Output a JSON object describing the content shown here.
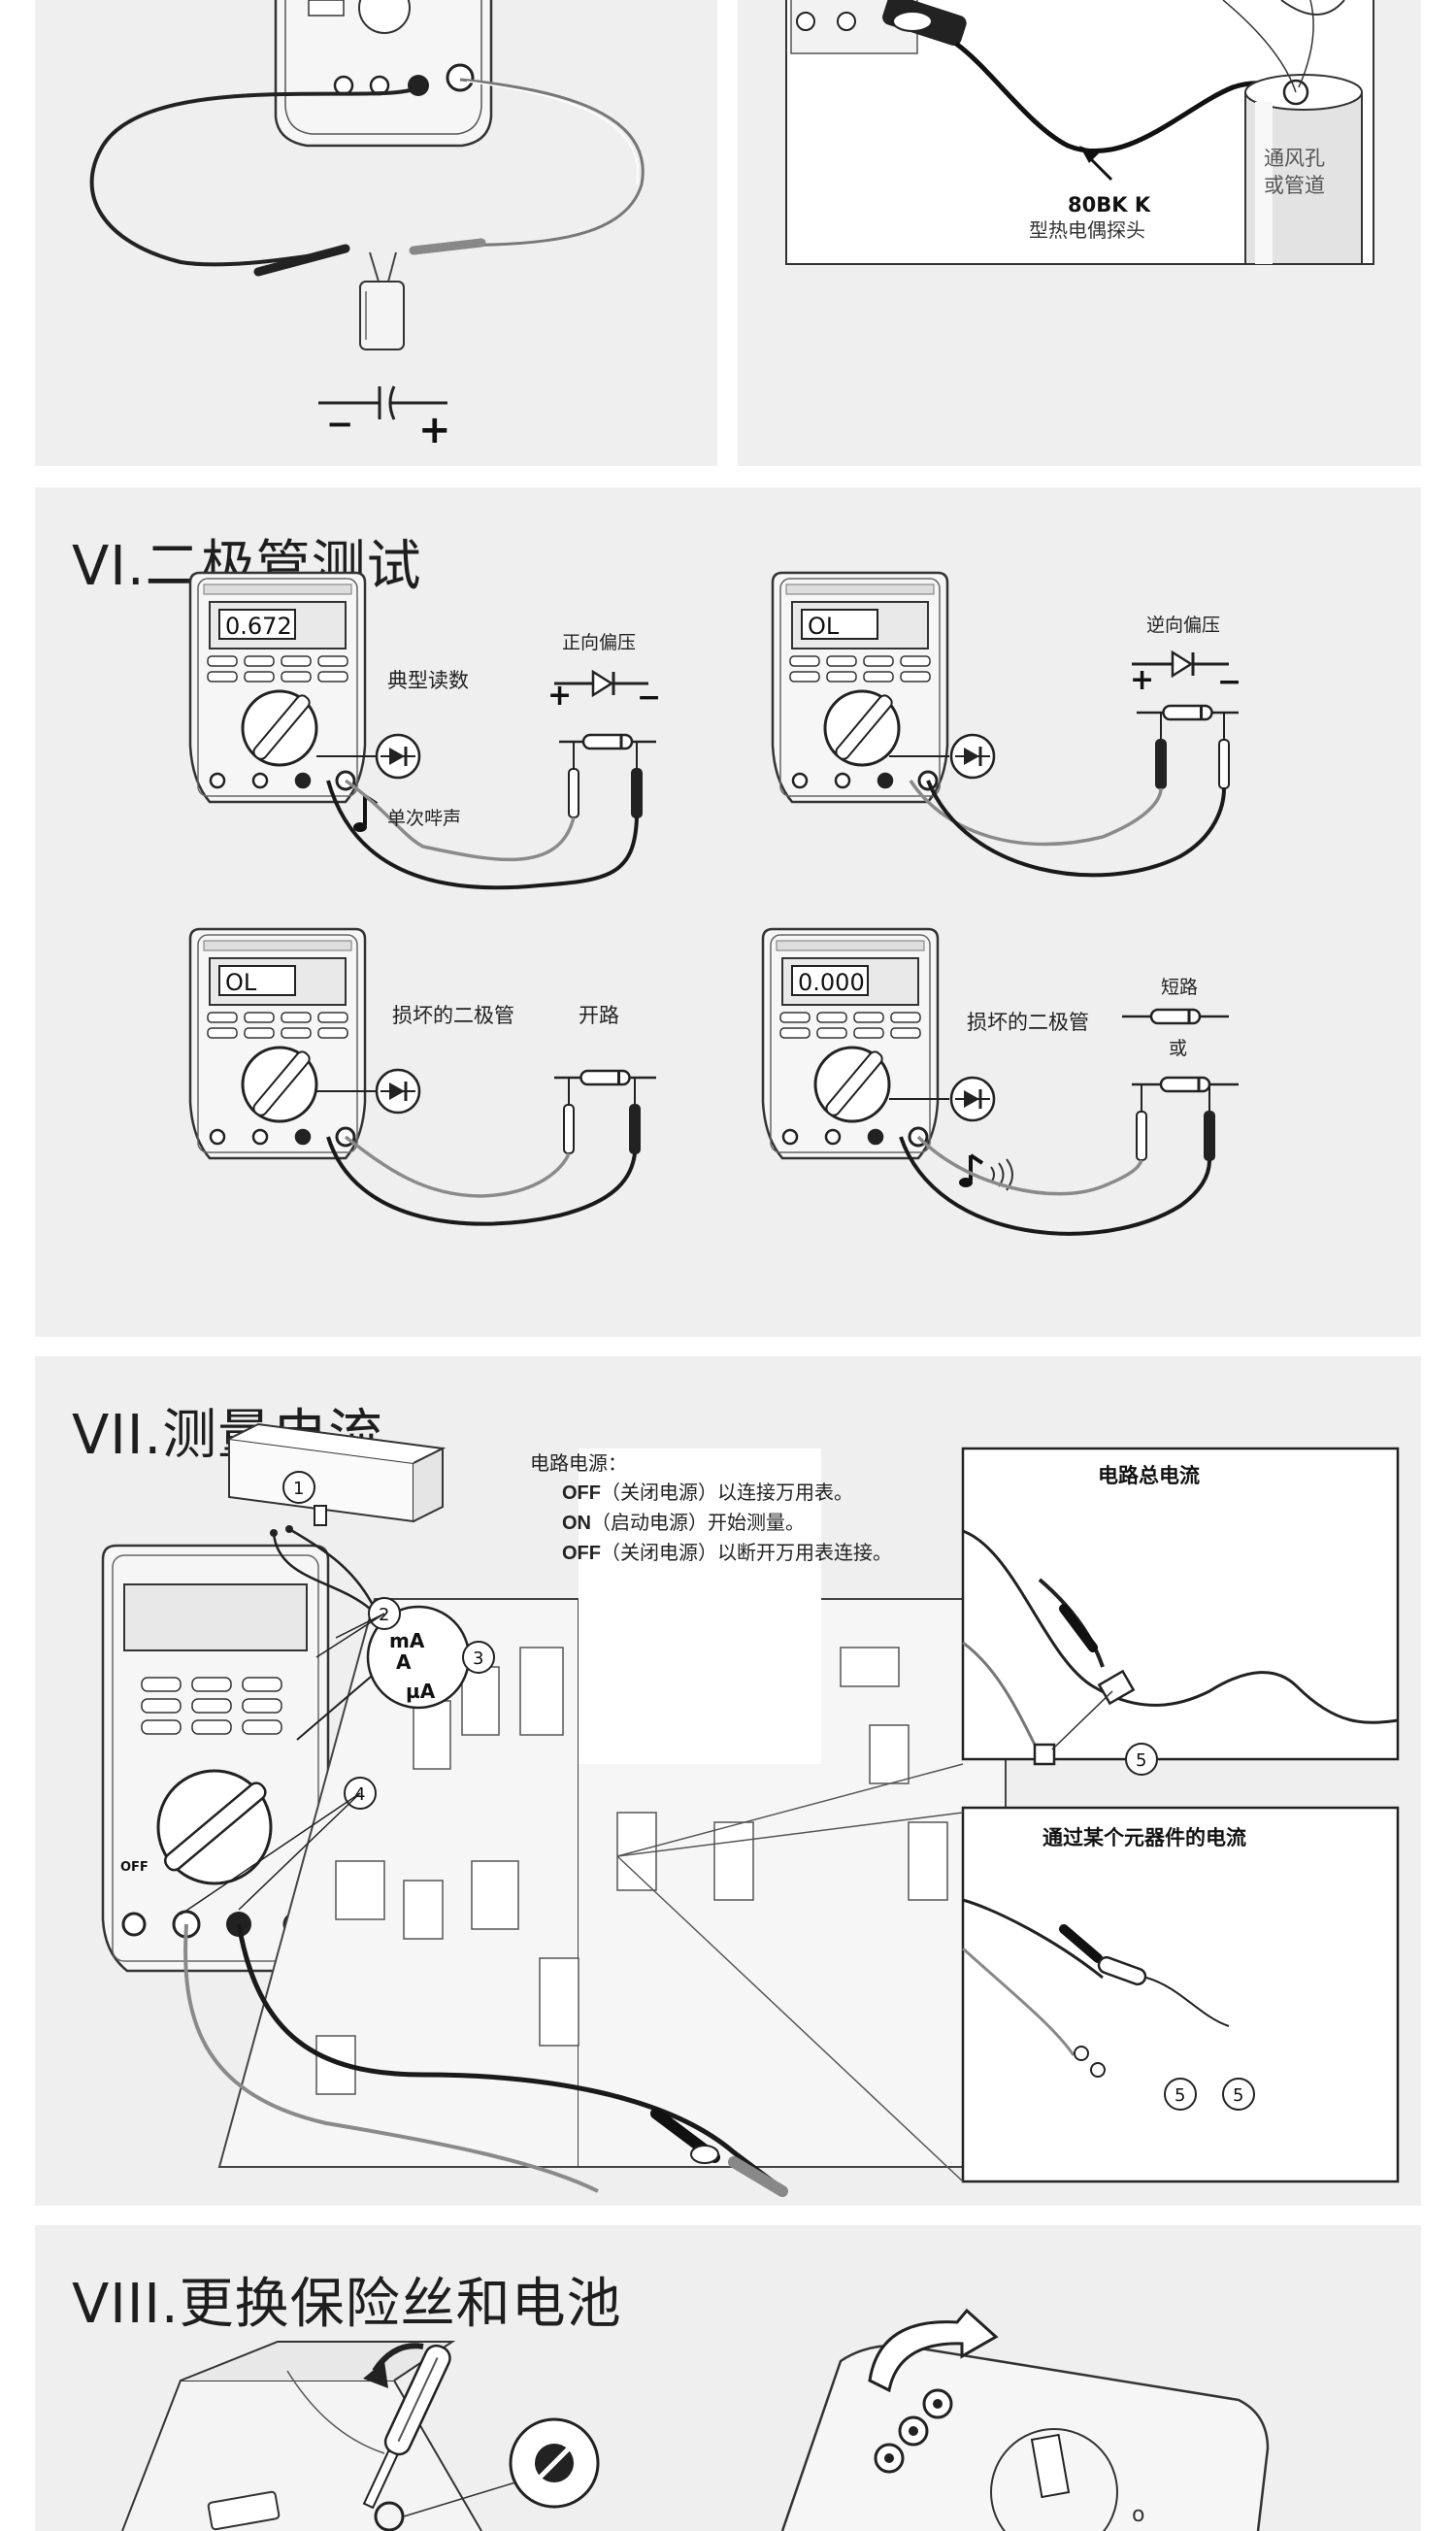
{
  "top": {
    "probe_label": "80BK K",
    "probe_desc": "型热电偶探头",
    "duct_label_1": "通风孔",
    "duct_label_2": "或管道",
    "minus_sign": "−",
    "plus_sign": "+"
  },
  "diode": {
    "heading": "VI.二极管测试",
    "typical_reading_label": "典型读数",
    "single_beep_label": "单次哔声",
    "forward_bias_label": "正向偏压",
    "reverse_bias_label": "逆向偏压",
    "damaged_label_1": "损坏的二极管",
    "open_label": "开路",
    "damaged_label_2": "损坏的二极管",
    "short_label": "短路",
    "or_label": "或",
    "plus_sign": "+",
    "minus_sign": "−",
    "displays": [
      "0.672",
      "OL",
      "OL",
      "0.000"
    ]
  },
  "current": {
    "heading": "VII.测量电流",
    "power_title": "电路电源：",
    "step1_key": "OFF",
    "step1_text": "（关闭电源）以连接万用表。",
    "step2_key": "ON",
    "step2_text": "（启动电源）开始测量。",
    "step3_key": "OFF",
    "step3_text": "（关闭电源）以断开万用表连接。",
    "total_current_title": "电路总电流",
    "component_current_title": "通过某个元器件的电流",
    "callouts": [
      "1",
      "2",
      "3",
      "4",
      "5",
      "5",
      "5"
    ],
    "unit_ma": "mA",
    "unit_a": "A",
    "unit_ua": "µA",
    "off_label": "OFF"
  },
  "fuse": {
    "heading": "VIII.更换保险丝和电池"
  },
  "colors": {
    "panel_bg": "#efefef",
    "line": "#222222",
    "meter_fill": "#f6f6f6",
    "display_fill": "#eaeaea"
  }
}
